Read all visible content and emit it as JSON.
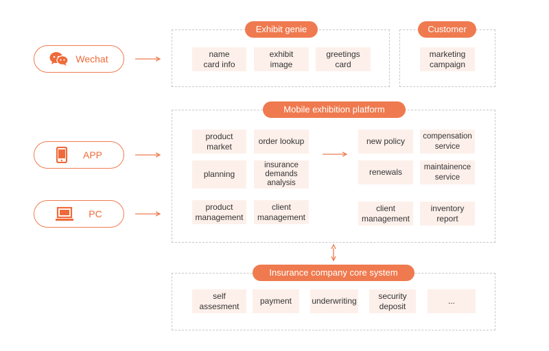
{
  "channels": {
    "wechat": "Wechat",
    "app": "APP",
    "pc": "PC"
  },
  "groups": {
    "exhibit_genie": {
      "title": "Exhibit genie",
      "items": [
        "name\ncard info",
        "exhibit\nimage",
        "greetings\ncard"
      ]
    },
    "customer": {
      "title": "Customer",
      "items": [
        "marketing\ncampaign"
      ]
    },
    "mobile_platform": {
      "title": "Mobile exhibition platform",
      "left_items": [
        "product\nmarket",
        "order lookup",
        "planning",
        "insurance\ndemands\nanalysis",
        "product\nmanagement",
        "client\nmanagement"
      ],
      "right_items": [
        "new policy",
        "compensation\nservice",
        "renewals",
        "maintainence\nservice",
        "client\nmanagement",
        "inventory\nreport"
      ]
    },
    "core_system": {
      "title": "Insurance company core system",
      "items": [
        "self\nassesment",
        "payment",
        "underwriting",
        "security\ndeposit",
        "..."
      ]
    }
  },
  "colors": {
    "accent": "#ef7a4f",
    "cell_bg": "#fdf0ea",
    "dashed_border": "#c7c7c7",
    "icon": "#ef6a3a"
  },
  "icons": {
    "wechat": "wechat-icon",
    "app": "mobile-phone-icon",
    "pc": "laptop-icon"
  }
}
